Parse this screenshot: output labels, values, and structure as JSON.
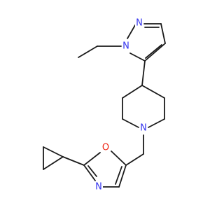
{
  "colors": {
    "carbon_bond": "#1a1a1a",
    "nitrogen": "#3333ee",
    "oxygen": "#ee2211",
    "background": "#ffffff"
  },
  "atoms": {
    "pyrazole_n2": "N",
    "pyrazole_n1": "N",
    "piperidine_n": "N",
    "oxazole_o": "O",
    "oxazole_n": "N"
  }
}
